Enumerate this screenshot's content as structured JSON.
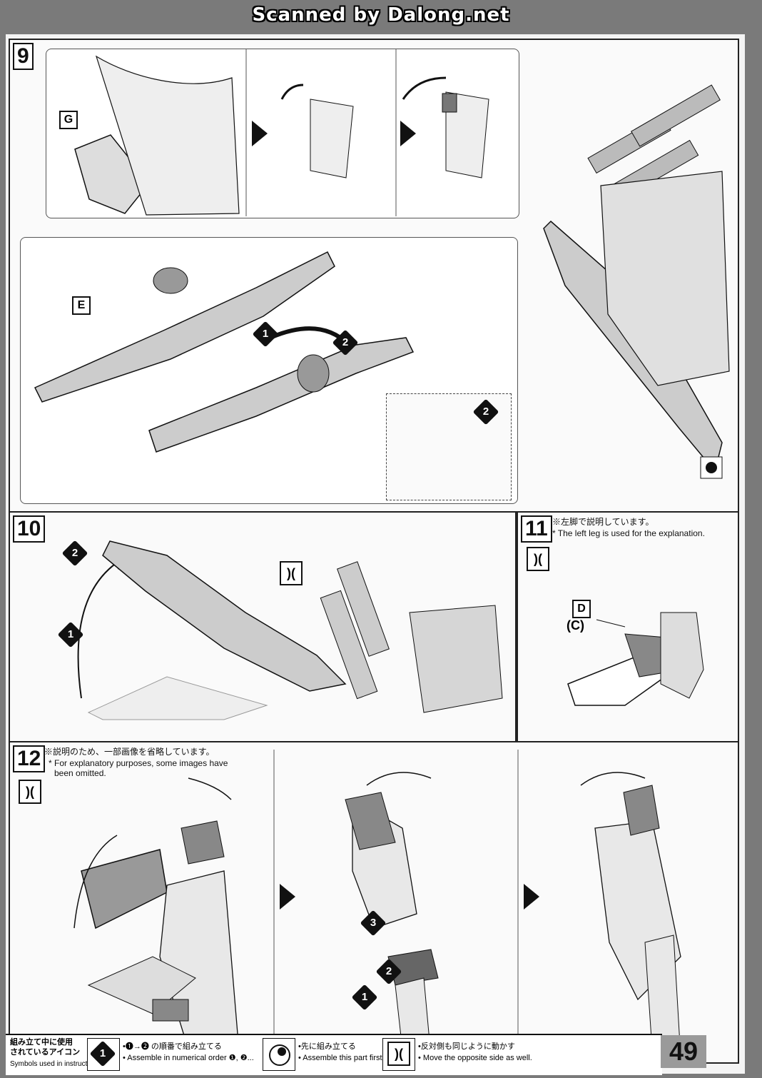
{
  "banner": "Scanned by Dalong.net",
  "steps": {
    "s9": {
      "number": "9",
      "part_g": "G",
      "part_e": "E"
    },
    "s10": {
      "number": "10"
    },
    "s11": {
      "number": "11",
      "note_jp": "※左脚で説明しています。",
      "note_en": "* The left leg is used for the explanation.",
      "part_d": "D",
      "part_c": "(C)"
    },
    "s12": {
      "number": "12",
      "note_jp": "※説明のため、一部画像を省略しています。",
      "note_en_1": "* For explanatory purposes, some images have",
      "note_en_2": "been omitted."
    }
  },
  "order_marks": {
    "one": "1",
    "two": "2",
    "three": "3"
  },
  "mirror_icon": ")(",
  "legend": {
    "title_jp_1": "組み立て中に使用",
    "title_jp_2": "されているアイコン",
    "title_en": "Symbols used in instructions",
    "icon1_jp": "•❶→❷ の順番で組み立てる",
    "icon1_en": "• Assemble in numerical order ❶, ❷...",
    "icon2_jp": "•先に組み立てる",
    "icon2_en": "• Assemble this part first.",
    "icon3_jp": "•反対側も同じように動かす",
    "icon3_en": "• Move the opposite side as well."
  },
  "page_number": "49",
  "colors": {
    "ink": "#111111",
    "paper": "#f4f4f4",
    "part_fill": "#8c8c8c",
    "background": "#7a7a7a"
  }
}
